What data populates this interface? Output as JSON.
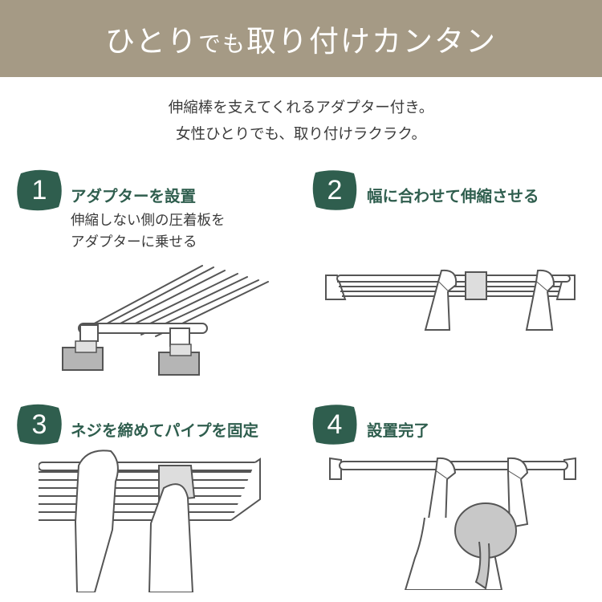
{
  "header": {
    "title_part1": "ひとり",
    "title_small": "でも",
    "title_part2": "取り付けカンタン"
  },
  "intro": {
    "line1": "伸縮棒を支えてくれるアダプター付き。",
    "line2": "女性ひとりでも、取り付けラクラク。"
  },
  "colors": {
    "header_bg": "#a59a85",
    "badge": "#2f5e4e",
    "step_title": "#2f5e4e"
  },
  "steps": [
    {
      "number": "1",
      "title": "アダプターを設置",
      "desc_line1": "伸縮しない側の圧着板を",
      "desc_line2": "アダプターに乗せる"
    },
    {
      "number": "2",
      "title": "幅に合わせて伸縮させる"
    },
    {
      "number": "3",
      "title": "ネジを締めてパイプを固定"
    },
    {
      "number": "4",
      "title": "設置完了"
    }
  ]
}
